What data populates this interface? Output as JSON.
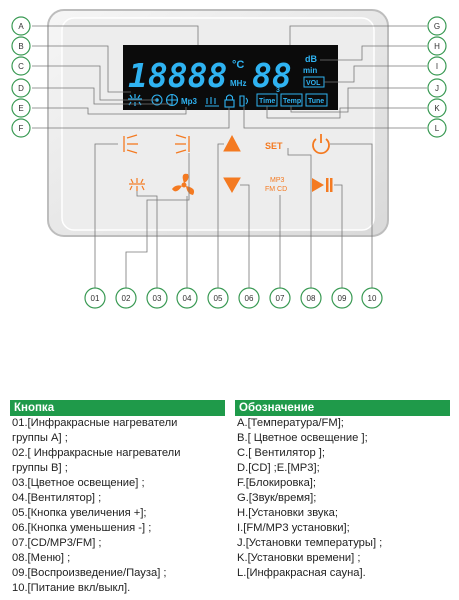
{
  "panel": {
    "lcd": {
      "digits_main": "18888",
      "degree_unit": "°C",
      "mhz_unit": "MHz",
      "mp3_label": "Mp3",
      "digits_right": "88",
      "db_unit": "dB",
      "min_unit": "min",
      "vol_box": "VOL",
      "time_box_1": "Time",
      "temp_box": "Temp",
      "tune_box": "Tune",
      "small_3": "3"
    },
    "buttons": {
      "set_label": "SET",
      "mp3_line": "MP3",
      "fmcd_line": "FM CD"
    }
  },
  "callouts": {
    "left_letters": [
      "A",
      "B",
      "C",
      "D",
      "E",
      "F"
    ],
    "right_letters": [
      "G",
      "H",
      "I",
      "J",
      "K",
      "L"
    ],
    "numbers": [
      "01",
      "02",
      "03",
      "04",
      "05",
      "06",
      "07",
      "08",
      "09",
      "10"
    ]
  },
  "legend": {
    "buttons_header": "Кнопка",
    "buttons_items": [
      "01.[Инфракрасные нагреватели",
      "группы А] ;",
      "02.[ Инфракрасные нагреватели",
      "группы В] ;",
      "03.[Цветное освещение] ;",
      "04.[Вентилятор] ;",
      "05.[Кнопка увеличения +];",
      "06.[Кнопка уменьшения -] ;",
      "07.[CD/MP3/FM] ;",
      "08.[Меню] ;",
      "09.[Воспроизведение/Пауза] ;",
      "10.[Питание вкл/выкл]."
    ],
    "symbols_header": "Обозначение",
    "symbols_items": [
      "A.[Температура/FM];",
      "B.[ Цветное освещение ];",
      "C.[ Вентилятор ];",
      "D.[CD] ;E.[MP3];",
      "F.[Блокировка];",
      "G.[Звук/время];",
      "H.[Установки звука;",
      "I.[FM/MP3 установки];",
      "J.[Установки температуры] ;",
      "K.[Установки времени] ;",
      "L.[Инфракрасная сауна]."
    ]
  },
  "colors": {
    "lcd_bg": "#0b0b0b",
    "lcd_segment": "#2fb3f2",
    "button_orange": "#f47a21",
    "callout_green": "#3a9a54",
    "header_green": "#1f9a4a"
  }
}
